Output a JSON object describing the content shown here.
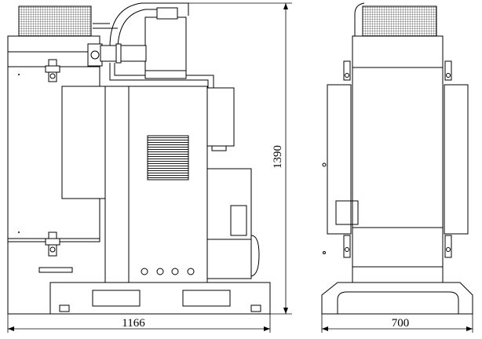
{
  "front_view": {
    "width_dimension": "1166",
    "height_dimension": "1390"
  },
  "side_view": {
    "width_dimension": "700"
  },
  "colors": {
    "line": "#000000",
    "background": "#ffffff"
  }
}
